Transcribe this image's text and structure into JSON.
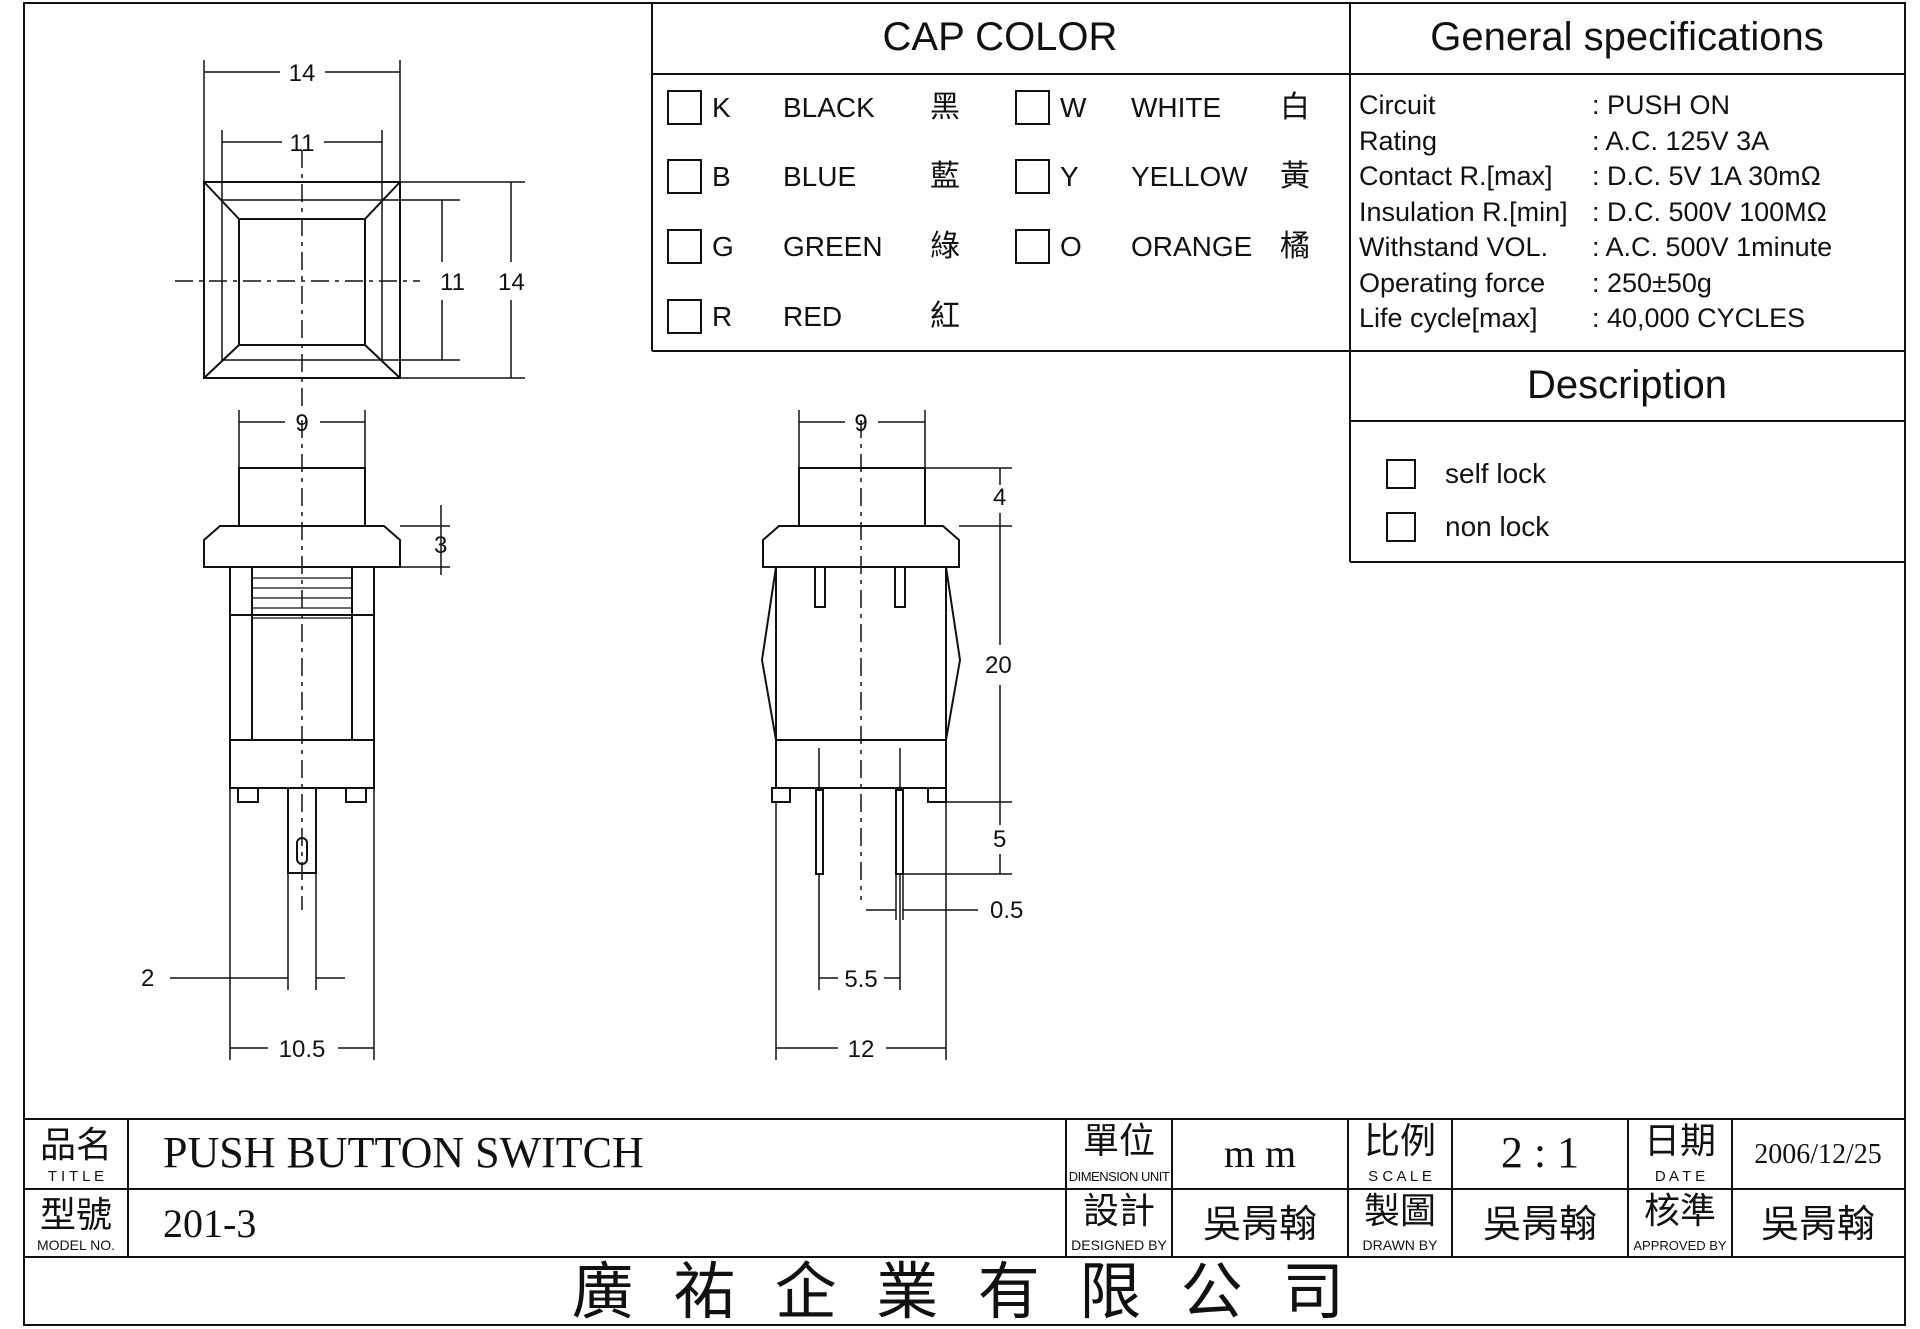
{
  "cap_color": {
    "title": "CAP  COLOR",
    "items": [
      {
        "code": "K",
        "name": "BLACK",
        "cn": "黑"
      },
      {
        "code": "B",
        "name": "BLUE",
        "cn": "藍"
      },
      {
        "code": "G",
        "name": "GREEN",
        "cn": "綠"
      },
      {
        "code": "R",
        "name": "RED",
        "cn": "紅"
      },
      {
        "code": "W",
        "name": "WHITE",
        "cn": "白"
      },
      {
        "code": "Y",
        "name": "YELLOW",
        "cn": "黃"
      },
      {
        "code": "O",
        "name": "ORANGE",
        "cn": "橘"
      }
    ]
  },
  "specs": {
    "title": "General specifications",
    "rows": [
      {
        "label": "Circuit",
        "value": ": PUSH ON"
      },
      {
        "label": "Rating",
        "value": ": A.C. 125V 3A"
      },
      {
        "label": "Contact R.[max]",
        "value": ": D.C. 5V 1A 30mΩ"
      },
      {
        "label": "Insulation R.[min]",
        "value": ": D.C. 500V 100MΩ"
      },
      {
        "label": "Withstand VOL.",
        "value": ": A.C. 500V 1minute"
      },
      {
        "label": "Operating force",
        "value": ": 250±50g"
      },
      {
        "label": "Life cycle[max]",
        "value": ": 40,000 CYCLES"
      }
    ]
  },
  "description": {
    "title": "Description",
    "options": [
      "self lock",
      "non lock"
    ]
  },
  "dimensions": {
    "top_outer_w": "14",
    "top_inner_w": "11",
    "top_inner_h": "11",
    "top_outer_h": "14",
    "front_cap_w": "9",
    "front_flange_h": "3",
    "front_terminal_w": "2",
    "front_body_w": "10.5",
    "side_cap_w": "9",
    "side_cap_h": "4",
    "side_body_h": "20",
    "side_terminal_h": "5",
    "side_terminal_t": "0.5",
    "side_terminal_pitch": "5.5",
    "side_body_w": "12"
  },
  "title_block": {
    "title_label_cn": "品名",
    "title_label_en": "T I T L E",
    "title_value": "PUSH BUTTON SWITCH",
    "model_label_cn": "型號",
    "model_label_en": "MODEL  NO.",
    "model_value": "201-3",
    "unit_label_cn": "單位",
    "unit_label_en": "DIMENSION UNIT",
    "unit_value": "m m",
    "scale_label_cn": "比例",
    "scale_label_en": "S C A L E",
    "scale_value": "2 : 1",
    "date_label_cn": "日期",
    "date_label_en": "D  A  T  E",
    "date_value": "2006/12/25",
    "designed_label_cn": "設計",
    "designed_label_en": "DESIGNED BY",
    "designed_value": "吳昺翰",
    "drawn_label_cn": "製圖",
    "drawn_label_en": "DRAWN  BY",
    "drawn_value": "吳昺翰",
    "approved_label_cn": "核準",
    "approved_label_en": "APPROVED  BY",
    "approved_value": "吳昺翰",
    "company": "廣 祐 企 業 有 限 公 司"
  }
}
